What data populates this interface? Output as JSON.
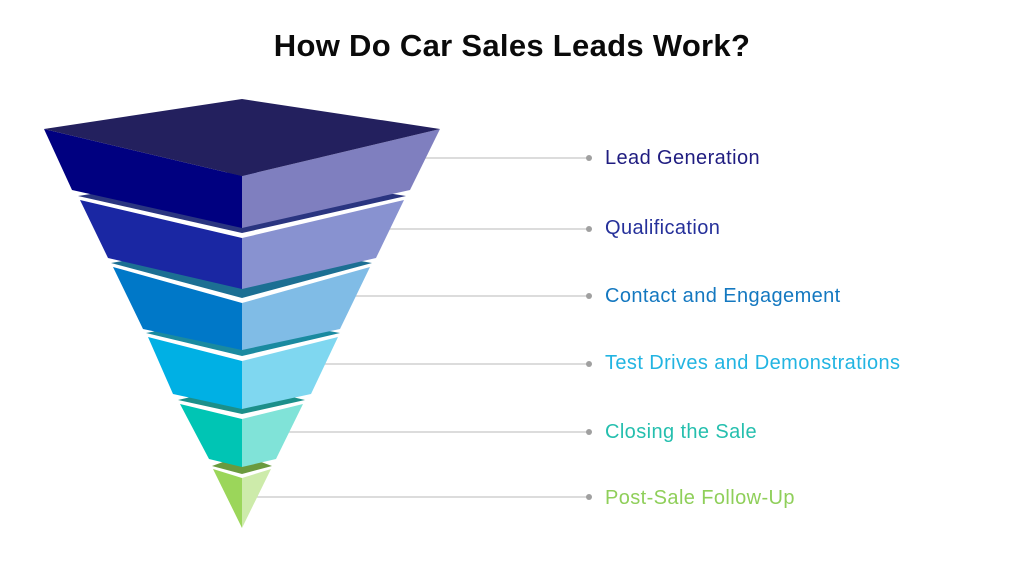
{
  "title": "How Do Car Sales Leads Work?",
  "stages": [
    {
      "label": "Lead Generation",
      "color": "#1f1c80"
    },
    {
      "label": "Qualification",
      "color": "#25309a"
    },
    {
      "label": "Contact and Engagement",
      "color": "#1478c0"
    },
    {
      "label": "Test Drives and Demonstrations",
      "color": "#22b4e2"
    },
    {
      "label": "Closing the Sale",
      "color": "#25bfae"
    },
    {
      "label": "Post-Sale Follow-Up",
      "color": "#8fcf5a"
    }
  ]
}
